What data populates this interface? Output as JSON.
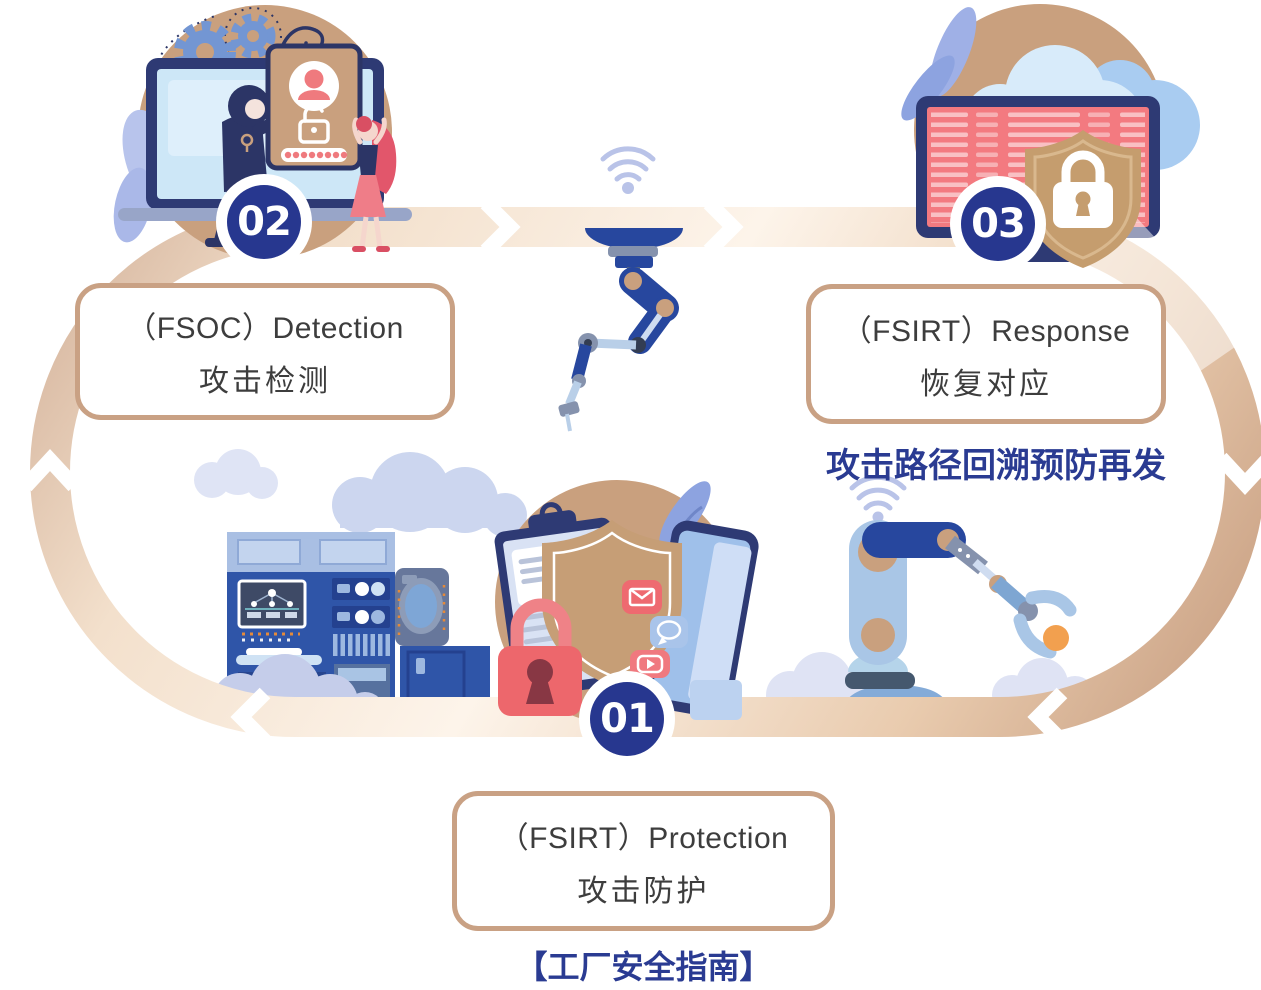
{
  "steps": [
    {
      "number": "01",
      "title": "（FSIRT）Protection",
      "subtitle": "攻击防护"
    },
    {
      "number": "02",
      "title": "（FSOC）Detection",
      "subtitle": "攻击检测"
    },
    {
      "number": "03",
      "title": "（FSIRT）Response",
      "subtitle": "恢复对应"
    }
  ],
  "captions": {
    "response_note": "攻击路径回溯预防再发",
    "footer": "【工厂安全指南】"
  },
  "colors": {
    "badge_blue": "#27378f",
    "box_border": "#c9a184",
    "caption_blue": "#2a3b92",
    "step_text": "#3d3d3d",
    "band_tan": "#c2977a",
    "band_cream": "#fdf4ea",
    "illustration_tan": "#c9a07e",
    "coral_red": "#ed676c",
    "navy": "#2e3a74",
    "light_blue": "#a9c6e6",
    "periwinkle": "#b9c3ea"
  },
  "icons": {
    "wifi": "wifi-signal",
    "gears": "gears",
    "fishing_hook": "phishing-hook",
    "credential_card": "stolen-credential-card",
    "open_padlock": "open-padlock",
    "password_dots": "password-field-dots",
    "alert_monitor": "monitor-with-code",
    "cloud": "cloud",
    "shield_lock": "shield-with-lock",
    "clipboard_id": "clipboard-id-card",
    "red_padlock": "padlock",
    "mail": "mail-app",
    "chat": "chat-bubble-app",
    "video": "video-play-app",
    "smartphone": "smartphone",
    "factory": "factory-control-cabinets",
    "robot_arm": "industrial-robot-arm",
    "hanging_robot": "ceiling-robot-arm"
  }
}
